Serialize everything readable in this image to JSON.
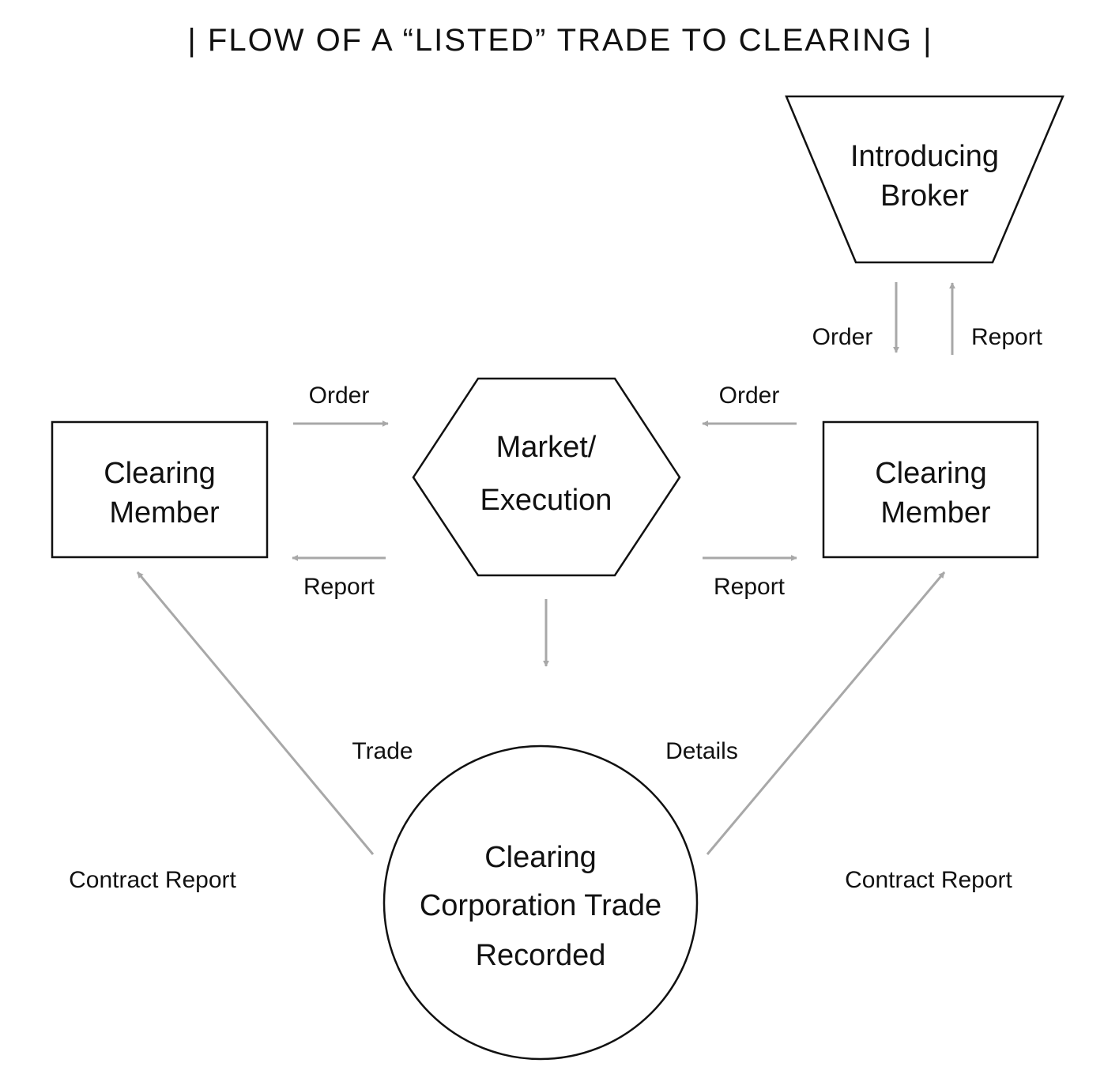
{
  "title": "| FLOW OF A “LISTED” TRADE TO CLEARING |",
  "colors": {
    "line": "#111111",
    "arrow": "#a8a8a8",
    "background": "#ffffff"
  },
  "nodes": {
    "introducing_broker": {
      "line1": "Introducing",
      "line2": "Broker"
    },
    "clearing_member_left": {
      "line1": "Clearing",
      "line2": "Member"
    },
    "market_execution": {
      "line1": "Market/",
      "line2": "Execution"
    },
    "clearing_member_right": {
      "line1": "Clearing",
      "line2": "Member"
    },
    "clearing_corporation": {
      "line1": "Clearing",
      "line2": "Corporation Trade",
      "line3": "Recorded"
    }
  },
  "edges": {
    "ib_order": "Order",
    "ib_report": "Report",
    "left_order": "Order",
    "left_report": "Report",
    "right_order": "Order",
    "right_report": "Report",
    "trade": "Trade",
    "details": "Details",
    "contract_report_left": "Contract Report",
    "contract_report_right": "Contract Report"
  }
}
